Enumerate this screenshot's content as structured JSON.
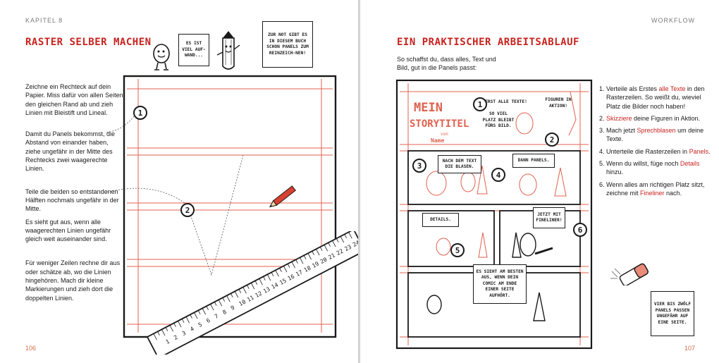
{
  "left_page": {
    "running_head": "KAPITEL 8",
    "folio": "106",
    "title": "RASTER SELBER MACHEN",
    "paragraphs": [
      "Zeichne ein Rechteck auf dein Papier. Miss dafür von allen Seiten den gleichen Rand ab und zieh Linien mit Bleistift und Lineal.",
      "Damit du Panels bekommst, die Abstand von einander haben, ziehe ungefähr in der Mitte des Rechtecks zwei waagerechte Linien.",
      "Teile die beiden so entstandenen Hälften nochmals ungefähr in der Mitte.",
      "Es sieht gut aus, wenn alle waagerechten Linien ungefähr gleich weit auseinander sind.",
      "Für weniger Zeilen rechne dir aus oder schätze ab, wo die Linien hingehören. Mach dir kleine Markierungen und zieh dort die doppelten Linien."
    ],
    "bubble_1": "ES IST VIEL AUF-WAND...",
    "bubble_2": "ZUR NOT GIBT ES IN DIESEM BUCH SCHON PANELS ZUM REINZEICH-NEN!",
    "markers": [
      "1",
      "2"
    ],
    "ruler_numbers": [
      "1",
      "2",
      "3",
      "4",
      "5",
      "6",
      "7",
      "8",
      "9",
      "10",
      "11",
      "12",
      "13",
      "14",
      "15",
      "16",
      "17",
      "18",
      "19",
      "20",
      "21",
      "22",
      "23",
      "24"
    ]
  },
  "right_page": {
    "running_head": "WORKFLOW",
    "folio": "107",
    "title": "EIN PRAKTISCHER ARBEITSABLAUF",
    "intro": "So schaffst du, dass alles, Text und Bild, gut in die Panels passt:",
    "steps": [
      {
        "pre": "Verteile als Erstes ",
        "hl": "alle Texte",
        "post": " in den Rasterzeilen. So weißt du, wieviel Platz die Bilder noch haben!"
      },
      {
        "pre": "",
        "hl": "Skizziere",
        "post": " deine Figuren in Aktion."
      },
      {
        "pre": "Mach jetzt ",
        "hl": "Sprechblasen",
        "post": " um deine Texte."
      },
      {
        "pre": "Unterteile die Rasterzeilen in ",
        "hl": "Panels",
        "post": "."
      },
      {
        "pre": "Wenn du willst, füge noch ",
        "hl": "Details",
        "post": " hinzu."
      },
      {
        "pre": "Wenn alles am richtigen Platz sitzt, zeichne mit ",
        "hl": "Fineliner",
        "post": " nach."
      }
    ],
    "comic": {
      "logo_line1": "MEIN",
      "logo_line2": "STORYTITEL",
      "logo_by": "von",
      "logo_name": "Name",
      "text_1": "ERST ALLE TEXTE!",
      "text_2": "SO VIEL PLATZ BLEIBT FÜRS BILD.",
      "text_3": "FIGUREN IN AKTION!",
      "text_4": "NACH DEM TEXT DIE BLASEN.",
      "text_5": "DANN PANELS.",
      "text_6": "DETAILS.",
      "text_7": "JETZT MIT FINELINER!",
      "text_8": "ES SIEHT AM BESTEN AUS, WENN DEIN COMIC AM ENDE EINER SEITE AUFHÖRT.",
      "markers": [
        "1",
        "2",
        "3",
        "4",
        "5",
        "6"
      ]
    },
    "note": "VIER BIS ZWÖLF PANELS PASSEN UNGEFÄHR AUF EINE SEITE."
  },
  "colors": {
    "accent_red": "#c8231f",
    "sketch_red": "#e0614f",
    "folio": "#d26e4a",
    "ink": "#1a1a1a"
  }
}
